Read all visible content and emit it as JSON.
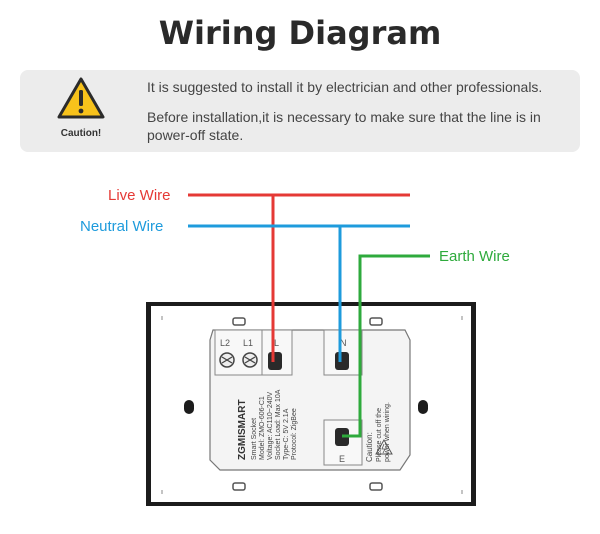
{
  "title": "Wiring Diagram",
  "caution": {
    "label": "Caution!",
    "line1": "It is suggested to install it by electrician and other professionals.",
    "line2": "Before installation,it is necessary to make sure that the line is in power-off state."
  },
  "wires": {
    "live": {
      "label": "Live Wire",
      "color": "#e53935"
    },
    "neutral": {
      "label": "Neutral Wire",
      "color": "#1e9bdc"
    },
    "earth": {
      "label": "Earth Wire",
      "color": "#2eaa3c"
    }
  },
  "terminals": {
    "l2": "L2",
    "l1": "L1",
    "l": "L",
    "n": "N",
    "e": "E"
  },
  "device_label": {
    "brand": "ZGMISMART",
    "lines": [
      "Smart Socket",
      "Model: ZMO-606-C1",
      "Voltage: AC110~240V",
      "Socket Load: Max 10A",
      "Type-C: 5V 2.1A",
      "Protocol: ZigBee"
    ],
    "caution_title": "Caution:",
    "caution_lines": [
      "Please cut off the",
      "power when wiring."
    ]
  }
}
